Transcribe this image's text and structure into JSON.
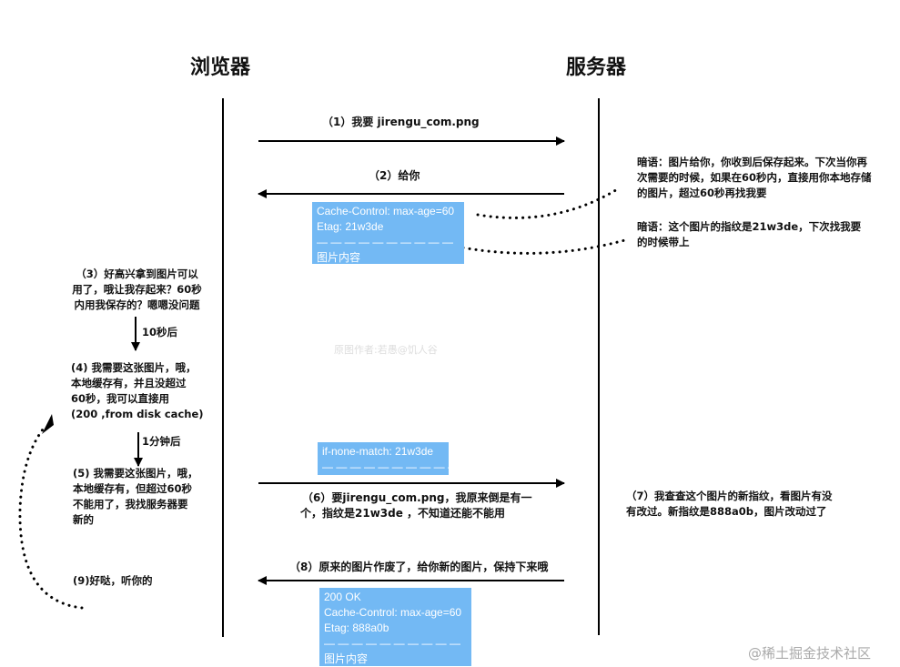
{
  "headers": {
    "browser": "浏览器",
    "server": "服务器"
  },
  "messages": {
    "m1": "（1）我要 jirengu_com.png",
    "m2": "（2）给你",
    "m6": [
      "（6）要jirengu_com.png，我原来倒是有一",
      "个，指纹是21w3de ，不知道还能不能用"
    ],
    "m8": "（8）原来的图片作废了，给你新的图片，保持下来哦"
  },
  "boxes": {
    "response1": [
      "Cache-Control: max-age=60",
      "Etag: 21w3de",
      "— — — — — — — — — —",
      "图片内容"
    ],
    "request2": [
      "if-none-match: 21w3de",
      "— — — — — — — — — —"
    ],
    "response2": [
      "200 OK",
      "Cache-Control: max-age=60",
      "Etag: 888a0b",
      "— — — — — — — — — —",
      "图片内容"
    ]
  },
  "server_notes": {
    "n1": [
      "暗语：图片给你，你收到后保存起来。下次当你再",
      "次需要的时候，如果在60秒内，直接用你本地存储",
      "的图片，超过60秒再找我要"
    ],
    "n2": [
      "暗语：这个图片的指纹是21w3de，下次找我要",
      "的时候带上"
    ],
    "n7": [
      "（7）我查查这个图片的新指纹，看图片有没",
      "有改过。新指纹是888a0b，图片改动过了"
    ]
  },
  "browser_steps": {
    "s3": [
      "（3）好高兴拿到图片可以",
      "用了，哦让我存起来？60秒",
      "内用我保存的？嗯嗯没问题"
    ],
    "t1": "10秒后",
    "s4": [
      "(4) 我需要这张图片，哦，",
      "本地缓存有，并且没超过",
      "60秒，我可以直接用",
      "(200 ,from disk cache)"
    ],
    "t2": "1分钟后",
    "s5": [
      "(5) 我需要这张图片，哦，",
      "本地缓存有，但超过60秒",
      "不能用了，我找服务器要",
      "新的"
    ],
    "s9": "(9)好哒，听你的"
  },
  "watermarks": {
    "center": "原图作者:若愚@饥人谷",
    "corner": "@稀土掘金技术社区"
  },
  "colors": {
    "box": "#73b9f4",
    "line": "#000000"
  }
}
